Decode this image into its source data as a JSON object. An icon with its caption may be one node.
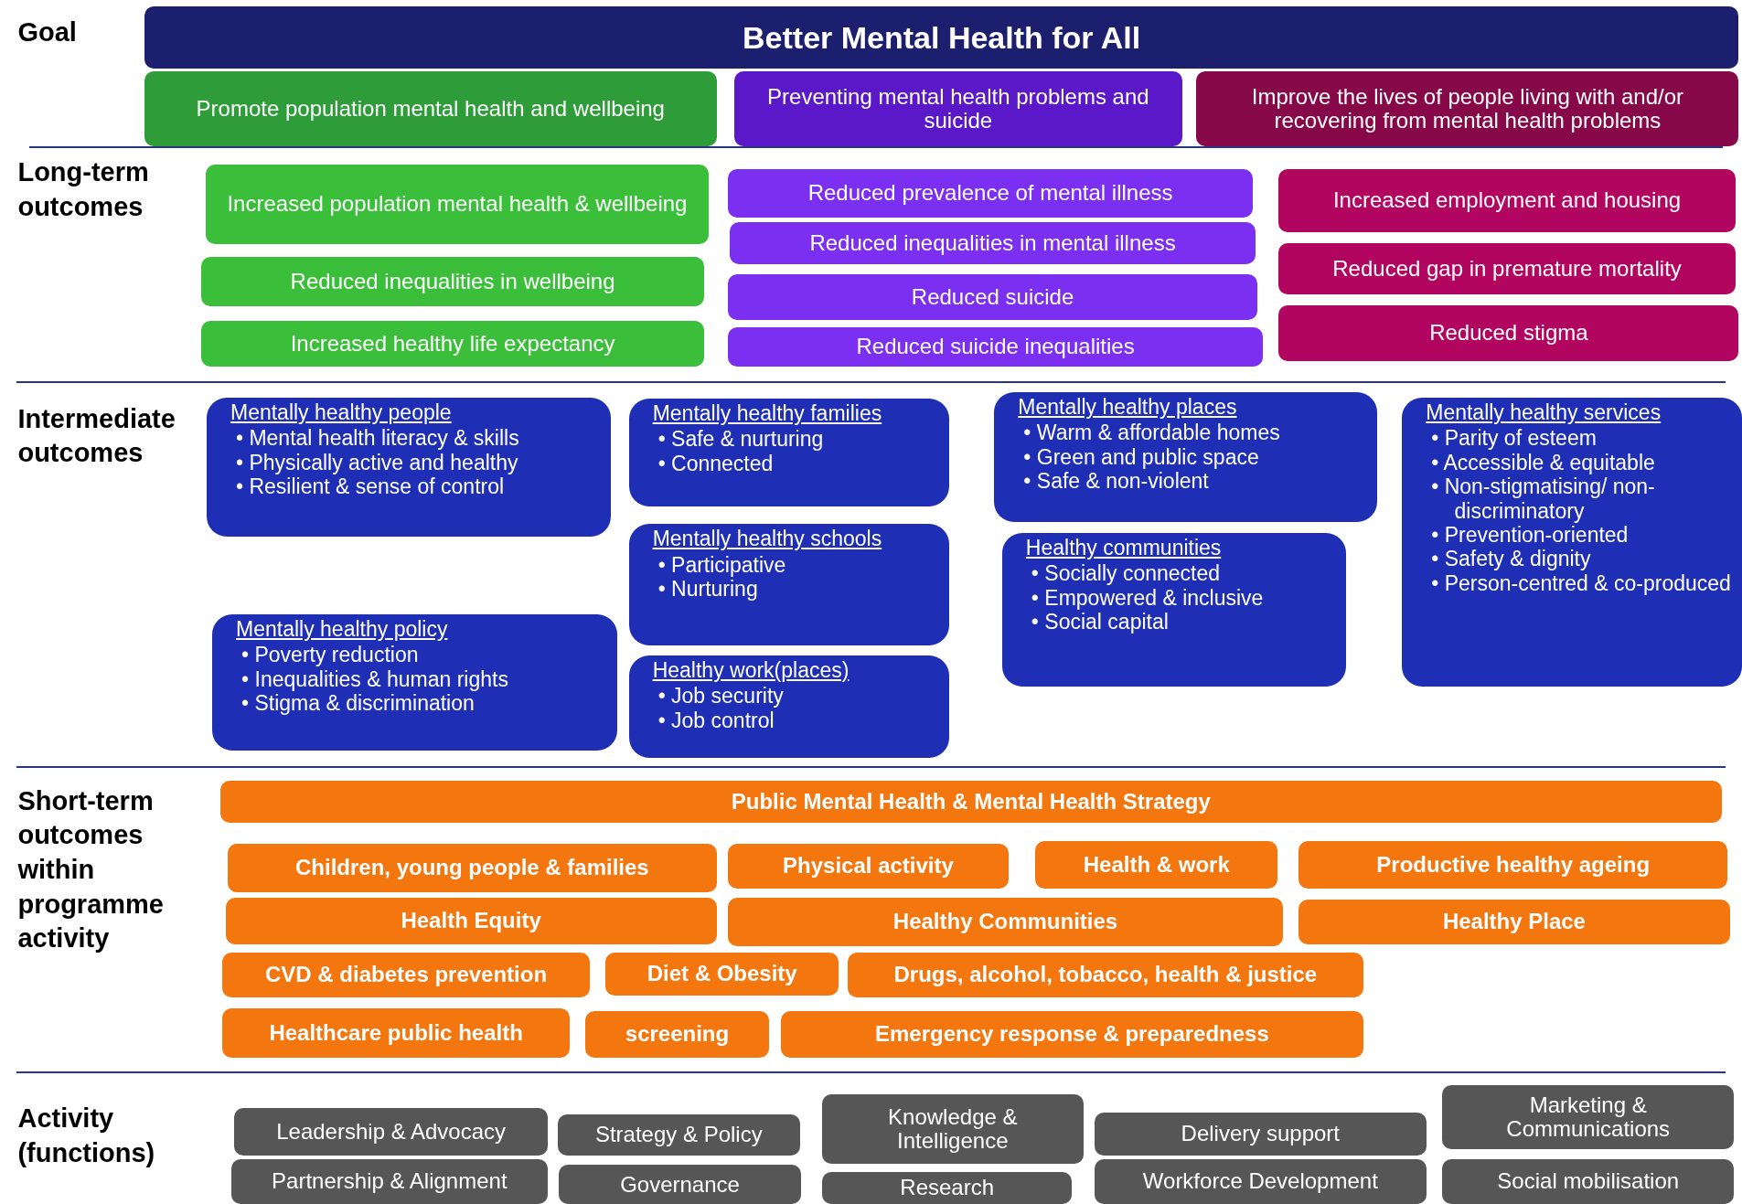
{
  "diagram": {
    "nodes": [
      {
        "text": [
          "Better Mental Health for All"
        ]
      },
      {
        "text": [
          "Promote population mental health and wellbeing"
        ]
      },
      {
        "text": [
          "Preventing mental health problems and suicide"
        ]
      },
      {
        "text": [
          "Improve the lives of people living with and/or recovering from mental health problems"
        ]
      },
      {
        "text": [
          "Increased population mental health & wellbeing"
        ]
      },
      {
        "text": [
          "Reduced inequalities in wellbeing"
        ]
      },
      {
        "text": [
          "Increased healthy life expectancy"
        ]
      },
      {
        "text": [
          "Reduced prevalence of mental illness"
        ]
      },
      {
        "text": [
          "Reduced inequalities in mental illness"
        ]
      },
      {
        "text": [
          "Reduced suicide"
        ]
      },
      {
        "text": [
          "Reduced suicide inequalities"
        ]
      },
      {
        "text": [
          "Increased employment and housing"
        ]
      },
      {
        "text": [
          "Reduced gap in premature mortality"
        ]
      },
      {
        "text": [
          "Reduced stigma"
        ]
      },
      {
        "text": [
          "Mentally healthy people",
          "• Mental health literacy & skills",
          "• Physically active and healthy",
          "• Resilient & sense of control"
        ]
      },
      {
        "text": [
          "Mentally healthy families",
          "• Safe & nurturing",
          "• Connected"
        ]
      },
      {
        "text": [
          "Mentally healthy places",
          "• Warm & affordable homes",
          "• Green and public space",
          "• Safe &  non-violent"
        ]
      },
      {
        "text": [
          "Mentally healthy services",
          "• Parity of esteem",
          "• Accessible & equitable",
          "• Non-stigmatising/ non-discriminatory",
          "• Prevention-oriented",
          "• Safety & dignity",
          "• Person-centred & co-produced"
        ]
      },
      {
        "text": [
          "Mentally healthy schools",
          "• Participative",
          "• Nurturing"
        ]
      },
      {
        "text": [
          "Healthy communities",
          "• Socially connected",
          "• Empowered & inclusive",
          "• Social capital"
        ]
      },
      {
        "text": [
          "Mentally healthy policy",
          "• Poverty reduction",
          "• Inequalities & human rights",
          "• Stigma & discrimination"
        ]
      },
      {
        "text": [
          "Healthy work(places)",
          "• Job security",
          "• Job control"
        ]
      },
      {
        "text": [
          "Public Mental Health & Mental Health Strategy"
        ]
      },
      {
        "text": [
          "Children, young people & families"
        ]
      },
      {
        "text": [
          "Physical activity"
        ]
      },
      {
        "text": [
          "Health & work"
        ]
      },
      {
        "text": [
          "Productive healthy ageing"
        ]
      },
      {
        "text": [
          "Health Equity"
        ]
      },
      {
        "text": [
          "Healthy Communities"
        ]
      },
      {
        "text": [
          "Healthy Place"
        ]
      },
      {
        "text": [
          "CVD & diabetes prevention"
        ]
      },
      {
        "text": [
          "Diet & Obesity"
        ]
      },
      {
        "text": [
          "Drugs, alcohol, tobacco, health & justice"
        ]
      },
      {
        "text": [
          "Healthcare public health"
        ]
      },
      {
        "text": [
          "screening"
        ]
      },
      {
        "text": [
          "Emergency response & preparedness"
        ]
      },
      {
        "text": [
          "Leadership & Advocacy"
        ]
      },
      {
        "text": [
          "Strategy & Policy"
        ]
      },
      {
        "text": [
          "Knowledge & Intelligence"
        ]
      },
      {
        "text": [
          "Delivery support"
        ]
      },
      {
        "text": [
          "Marketing & Communications"
        ]
      },
      {
        "text": [
          "Partnership & Alignment"
        ]
      },
      {
        "text": [
          "Governance"
        ]
      },
      {
        "text": [
          "Research"
        ]
      },
      {
        "text": [
          "Workforce Development"
        ]
      },
      {
        "text": [
          "Social mobilisation"
        ]
      }
    ],
    "labels": [
      "Goal",
      "Long-term outcomes",
      "Intermediate outcomes",
      "Short-term outcomes within programme activity",
      "Activity (functions)"
    ]
  }
}
